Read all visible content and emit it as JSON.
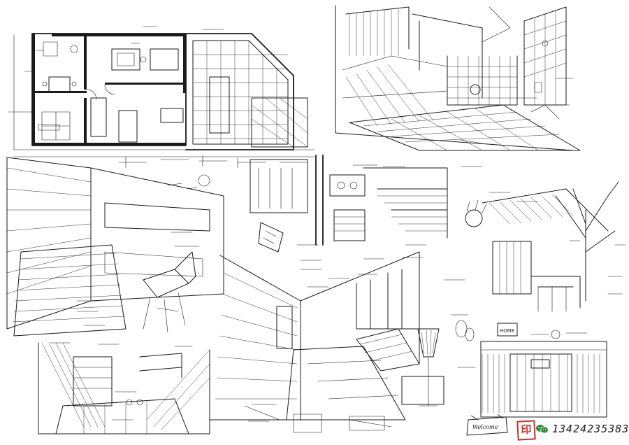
{
  "contact": {
    "phone": "13424235383"
  },
  "labels": {
    "home_sign": "HOME",
    "small_sign": "Welcome"
  },
  "colors": {
    "ink": "#1a1a1a",
    "paper": "#ffffff",
    "seal": "#c8322a",
    "wechat": "#2e8b3a"
  },
  "icons": [
    "seal-stamp-icon",
    "wechat-icon",
    "signature-logo"
  ]
}
